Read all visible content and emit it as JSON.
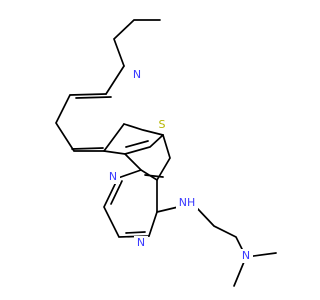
{
  "colors": {
    "background": "#ffffff",
    "bond": "#000000",
    "nitrogen": "#3b3bff",
    "sulfur": "#b6b600"
  },
  "atoms": {
    "n_pyridine": {
      "label": "N",
      "color": "#3b3bff"
    },
    "s_thiophene": {
      "label": "S",
      "color": "#b6b600"
    },
    "n_pyrimidine_left": {
      "label": "N",
      "color": "#3b3bff"
    },
    "n_pyrimidine_bottom": {
      "label": "N",
      "color": "#3b3bff"
    },
    "nh_amine": {
      "label": "NH",
      "color": "#3b3bff"
    },
    "n_dimethyl": {
      "label": "N",
      "color": "#3b3bff"
    }
  }
}
